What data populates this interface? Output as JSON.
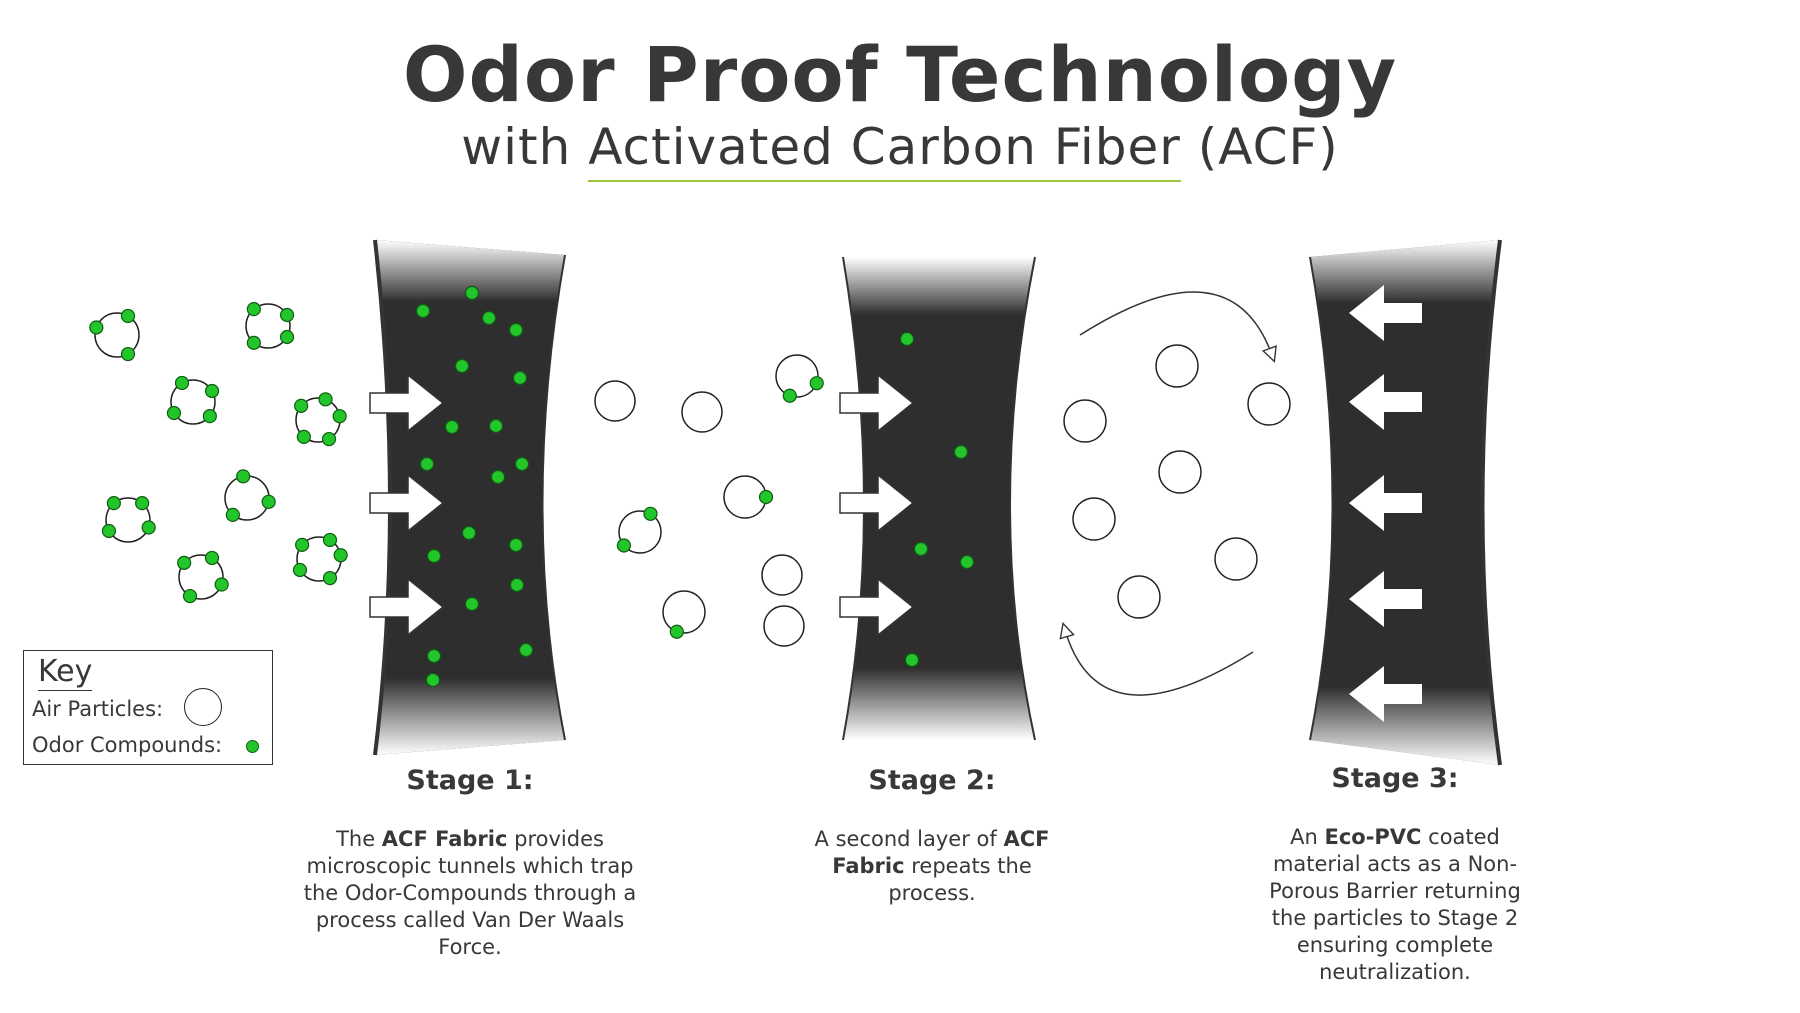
{
  "header": {
    "title": "Odor Proof Technology",
    "subtitle_prefix": "with ",
    "subtitle_highlight": "Activated Carbon Fiber",
    "subtitle_suffix": " (ACF)"
  },
  "key": {
    "title": "Key",
    "air_label": "Air Particles:",
    "odor_label": "Odor Compounds:"
  },
  "stages": [
    {
      "title": "Stage 1:",
      "desc_parts": [
        "The ",
        "ACF Fabric",
        " provides microscopic tunnels which trap the Odor-Compounds through a process called Van Der Waals Force."
      ]
    },
    {
      "title": "Stage 2:",
      "desc_parts": [
        "A second layer of ",
        "ACF Fabric",
        " repeats the process."
      ]
    },
    {
      "title": "Stage 3:",
      "desc_parts": [
        "An ",
        "Eco-PVC",
        " coated material acts as a Non-Porous Barrier returning the particles to Stage 2 ensuring complete neutralization."
      ]
    }
  ],
  "colors": {
    "odor_green": "#22c62a",
    "odor_outline": "#115c14",
    "fabric_dark": "#2e2e2e",
    "highlight_underline": "#9bc53d",
    "text": "#383838"
  }
}
